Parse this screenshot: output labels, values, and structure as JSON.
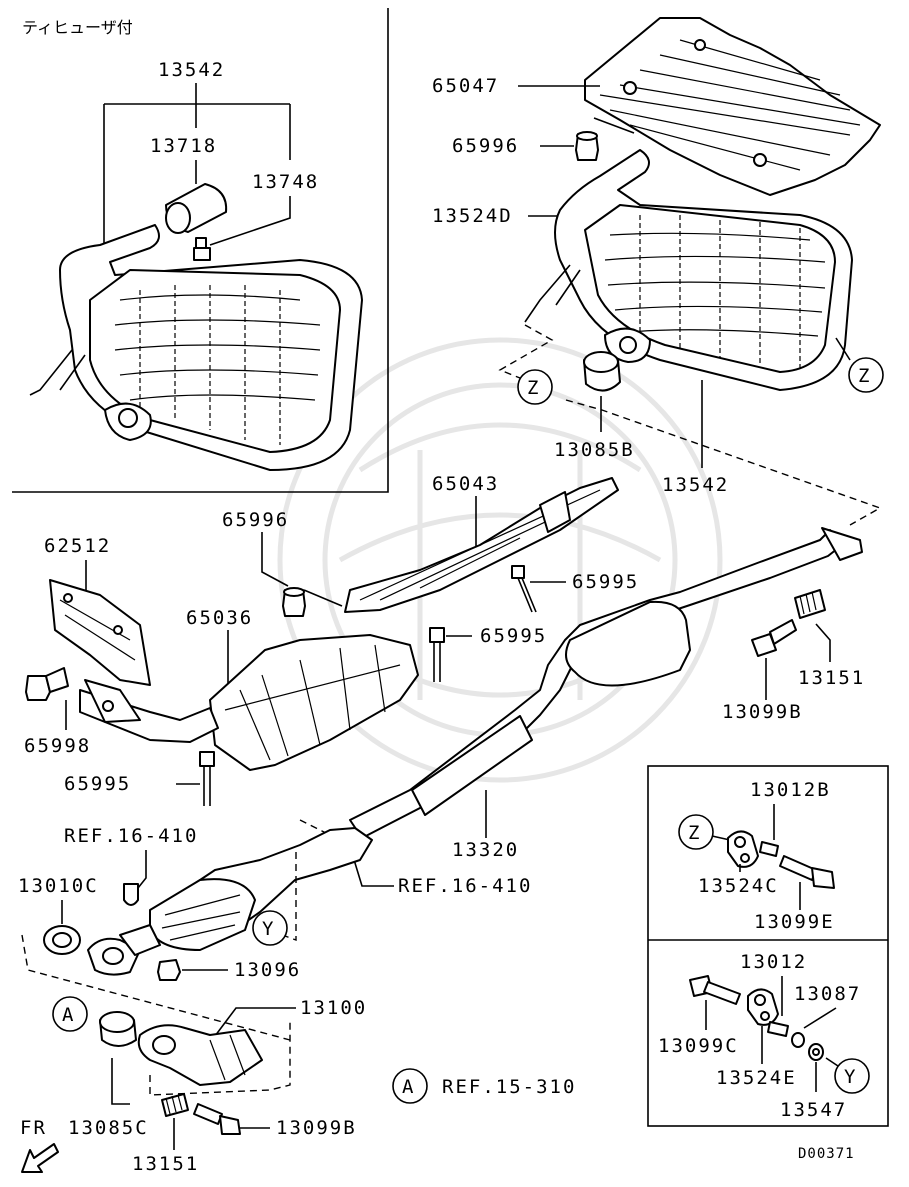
{
  "header_note": "ティヒューザ付",
  "diagram_code": "D00371",
  "front_label": "FR",
  "markers": {
    "a": "A",
    "y": "Y",
    "z": "Z"
  },
  "parts": {
    "p13542_inset": "13542",
    "p13718": "13718",
    "p13748": "13748",
    "p65047": "65047",
    "p65996_top": "65996",
    "p13524D": "13524D",
    "p13085B": "13085B",
    "p13542_main": "13542",
    "p65043": "65043",
    "p65996_mid": "65996",
    "p62512": "62512",
    "p65995_a": "65995",
    "p65036": "65036",
    "p65995_b": "65995",
    "p65998": "65998",
    "p65995_c": "65995",
    "p13151_right": "13151",
    "p13099B_right": "13099B",
    "ref_16410_a": "REF.16-410",
    "p13320": "13320",
    "ref_16410_b": "REF.16-410",
    "p13010C": "13010C",
    "p13096": "13096",
    "p13100": "13100",
    "ref_15310": "REF.15-310",
    "p13085C": "13085C",
    "p13099B_bottom": "13099B",
    "p13151_bottom": "13151",
    "p13012B": "13012B",
    "p13524C": "13524C",
    "p13099E": "13099E",
    "p13012": "13012",
    "p13087": "13087",
    "p13099C": "13099C",
    "p13524E": "13524E",
    "p13547": "13547"
  }
}
